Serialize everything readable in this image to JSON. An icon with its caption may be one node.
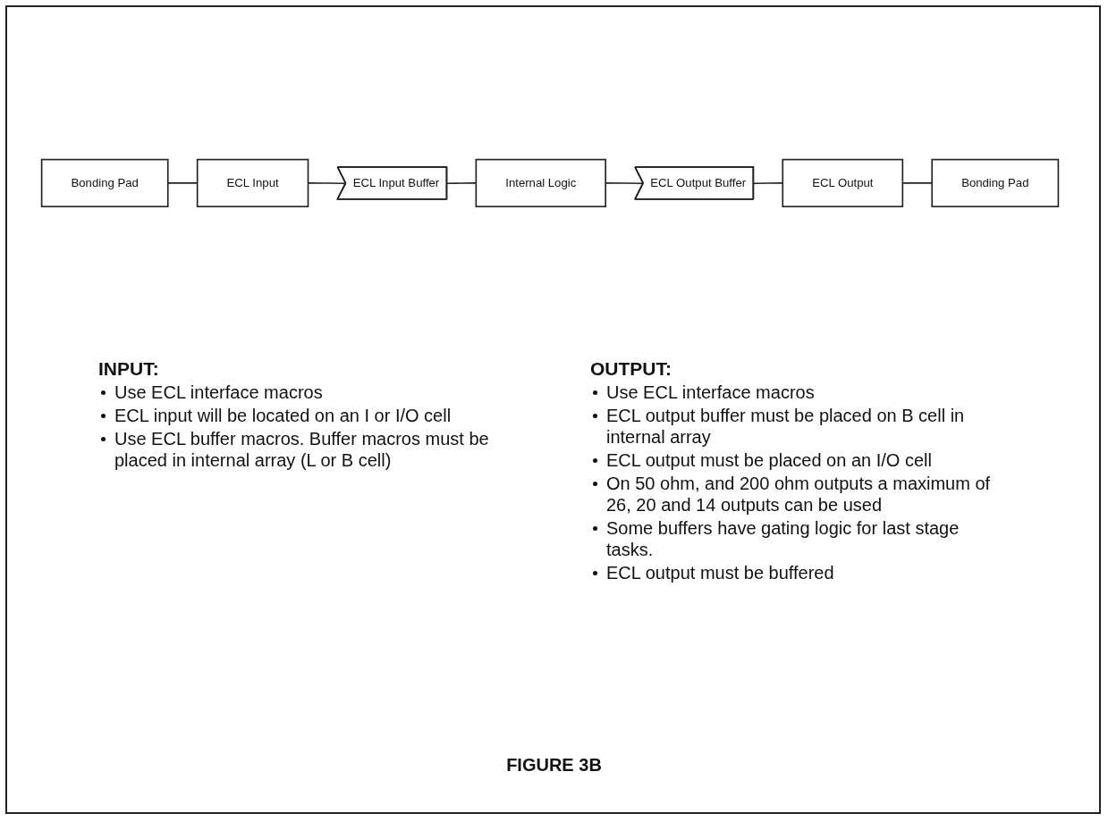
{
  "diagram": {
    "caption": "FIGURE 3B",
    "nodes": [
      {
        "text": [
          "Bonding Pad"
        ]
      },
      {
        "text": [
          "ECL Input"
        ]
      },
      {
        "text": [
          "ECL Input Buffer"
        ]
      },
      {
        "text": [
          "Internal Logic"
        ]
      },
      {
        "text": [
          "ECL Output Buffer"
        ]
      },
      {
        "text": [
          "ECL Output"
        ]
      },
      {
        "text": [
          "Bonding Pad"
        ]
      }
    ],
    "edges": [
      {
        "from": 0,
        "to": 1,
        "arrow": "none"
      },
      {
        "from": 1,
        "to": 2,
        "arrow": "none"
      },
      {
        "from": 2,
        "to": 3,
        "arrow": "none"
      },
      {
        "from": 3,
        "to": 4,
        "arrow": "none"
      },
      {
        "from": 4,
        "to": 5,
        "arrow": "none"
      },
      {
        "from": 5,
        "to": 6,
        "arrow": "none"
      }
    ],
    "labels": [
      "INPUT:",
      "Use ECL interface macros",
      "ECL input will be located on an I or I/O cell",
      "Use ECL buffer macros. Buffer macros must be placed in internal array (L or B cell)",
      "OUTPUT:",
      "Use ECL interface macros",
      "ECL output buffer must be placed on B cell in internal array",
      "ECL output must be placed on an I/O cell",
      "On 50 ohm, and 200 ohm outputs a maximum of 26, 20 and 14 outputs can be used",
      "Some buffers have gating logic for last stage tasks.",
      "ECL output must be buffered"
    ]
  }
}
